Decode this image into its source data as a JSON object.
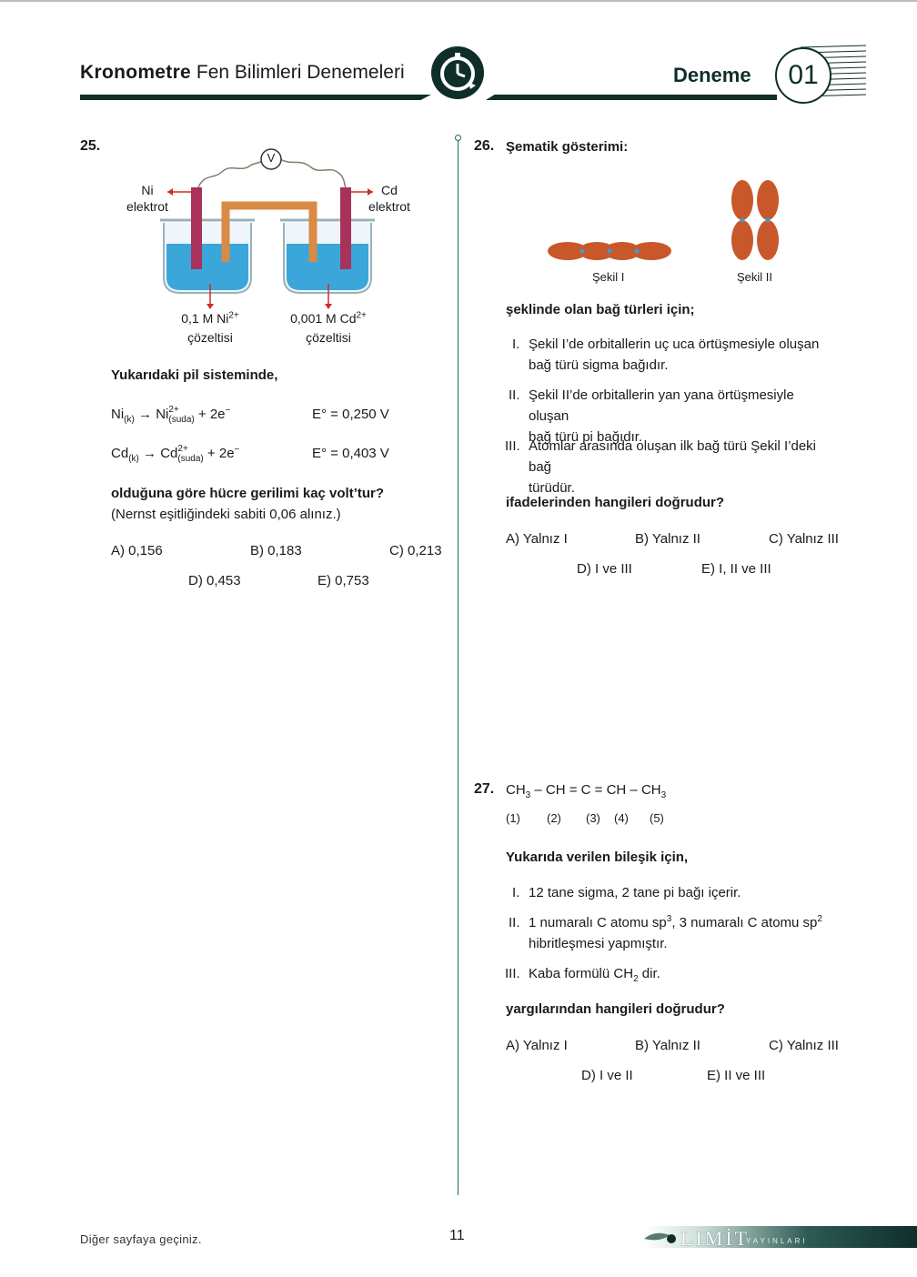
{
  "header": {
    "brand_bold": "Kronometre",
    "brand_rest": "Fen Bilimleri Denemeleri",
    "deneme_label": "Deneme",
    "deneme_number": "01"
  },
  "q25": {
    "number": "25.",
    "diagram": {
      "voltmeter": "V",
      "left_electrode_1": "Ni",
      "left_electrode_2": "elektrot",
      "right_electrode_1": "Cd",
      "right_electrode_2": "elektrot",
      "left_solution_1": "0,1 M Ni",
      "left_solution_charge": "2+",
      "left_solution_2": "çözeltisi",
      "right_solution_1": "0,001 M Cd",
      "right_solution_charge": "2+",
      "right_solution_2": "çözeltisi"
    },
    "intro": "Yukarıdaki pil sisteminde,",
    "reaction1": {
      "left": "Ni",
      "left_sub": "(k)",
      "arrow": "→",
      "right": "Ni",
      "right_sup": "2+",
      "right_sub": "(suda)",
      "tail": "+ 2e",
      "tail_sup": "−",
      "potential": "E° = 0,250 V"
    },
    "reaction2": {
      "left": "Cd",
      "left_sub": "(k)",
      "arrow": "→",
      "right": "Cd",
      "right_sup": "2+",
      "right_sub": "(suda)",
      "tail": "+ 2e",
      "tail_sup": "−",
      "potential": "E° = 0,403 V"
    },
    "question": "olduğuna göre hücre gerilimi kaç volt’tur?",
    "note": "(Nernst eşitliğindeki sabiti 0,06 alınız.)",
    "options": [
      "A) 0,156",
      "B) 0,183",
      "C) 0,213",
      "D) 0,453",
      "E) 0,753"
    ]
  },
  "q26": {
    "number": "26.",
    "title": "Şematik gösterimi:",
    "figure1_label": "Şekil I",
    "figure2_label": "Şekil II",
    "lead": "şeklinde olan bağ türleri için;",
    "statements": [
      {
        "roman": "I.",
        "line1": "Şekil I’de orbitallerin uç uca örtüşmesiyle oluşan",
        "line2": "bağ türü sigma bağıdır."
      },
      {
        "roman": "II.",
        "line1": "Şekil II’de orbitallerin yan yana örtüşmesiyle oluşan",
        "line2": "bağ türü pi bağıdır."
      },
      {
        "roman": "III.",
        "line1": "Atomlar arasında oluşan ilk bağ türü Şekil I’deki bağ",
        "line2": "türüdür."
      }
    ],
    "question": "ifadelerinden hangileri doğrudur?",
    "options": [
      "A) Yalnız I",
      "B) Yalnız II",
      "C) Yalnız III",
      "D) I ve III",
      "E) I, II ve III"
    ]
  },
  "q27": {
    "number": "27.",
    "formula": {
      "p1": "CH",
      "s1": "3",
      "p2": " – CH = C = CH – CH",
      "s2": "3"
    },
    "carbon_labels": [
      "(1)",
      "(2)",
      "(3)",
      "(4)",
      "(5)"
    ],
    "lead": "Yukarıda verilen bileşik için,",
    "s1": {
      "roman": "I.",
      "text": "12 tane sigma, 2 tane pi bağı içerir."
    },
    "s2": {
      "roman": "II.",
      "a": "1 numaralı C atomu sp",
      "a_sup": "3",
      "b": ", 3 numaralı C atomu sp",
      "b_sup": "2",
      "line2": "hibritleşmesi yapmıştır."
    },
    "s3": {
      "roman": "III.",
      "a": "Kaba formülü CH",
      "a_sub": "2",
      "b": " dir."
    },
    "question": "yargılarından hangileri doğrudur?",
    "options": [
      "A) Yalnız I",
      "B) Yalnız II",
      "C) Yalnız III",
      "D) I ve II",
      "E) II ve III"
    ]
  },
  "footer": {
    "left_text": "Diğer sayfaya geçiniz.",
    "page_number": "11",
    "publisher": "LİMİT",
    "publisher_sub": "YAYINLARI"
  },
  "colors": {
    "dark_green": "#0f2e2a",
    "teal_line": "#1e6b63",
    "electrode": "#a8325a",
    "salt_bridge": "#d98a45",
    "solution": "#3aa6da",
    "orbital": "#c8582a",
    "overlap": "#3a9ad6"
  }
}
